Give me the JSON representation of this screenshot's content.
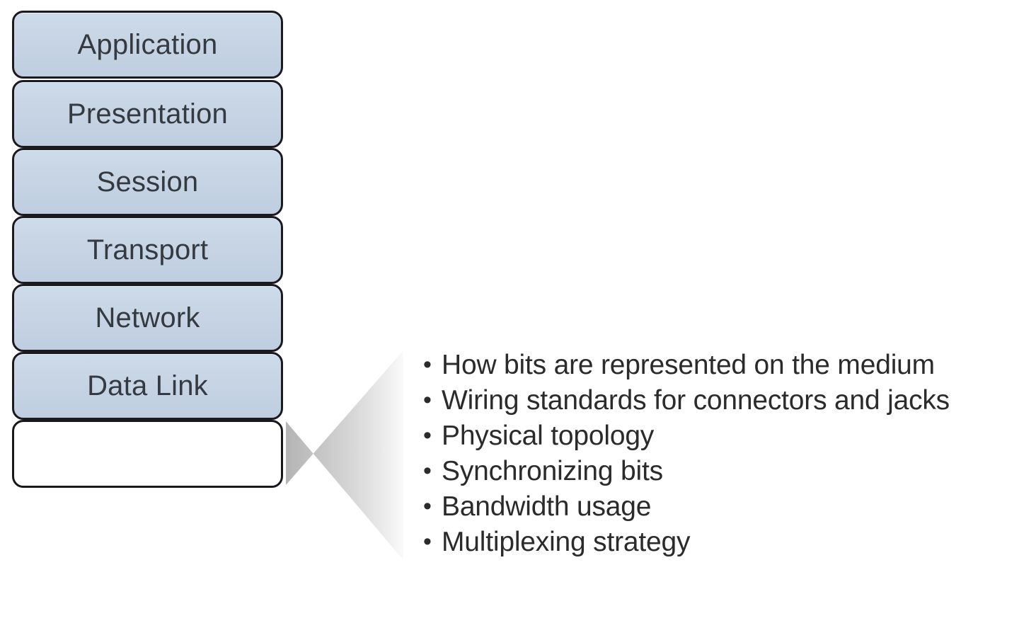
{
  "diagram": {
    "title": "OSI model stack with Physical layer callout",
    "background_color": "#ffffff"
  },
  "osi_stack": {
    "box_fill_color": "#c6d4e4",
    "box_border_color": "#1a1a1f",
    "empty_box_fill_color": "#ffffff",
    "layers": [
      {
        "label": "Application",
        "filled": true
      },
      {
        "label": "Presentation",
        "filled": true
      },
      {
        "label": "Session",
        "filled": true
      },
      {
        "label": "Transport",
        "filled": true
      },
      {
        "label": "Network",
        "filled": true
      },
      {
        "label": "Data Link",
        "filled": true
      },
      {
        "label": "",
        "filled": false
      }
    ]
  },
  "callout": {
    "shape": "wedge-trapezoid",
    "fill_start_color": "#b8b8b8",
    "fill_end_color": "#f7f7f7"
  },
  "physical_details": {
    "bullet_glyph": "•",
    "items": [
      {
        "text": "How bits are represented on the medium"
      },
      {
        "text": "Wiring standards for connectors and jacks"
      },
      {
        "text": "Physical topology"
      },
      {
        "text": "Synchronizing bits"
      },
      {
        "text": "Bandwidth usage"
      },
      {
        "text": "Multiplexing strategy"
      }
    ]
  }
}
